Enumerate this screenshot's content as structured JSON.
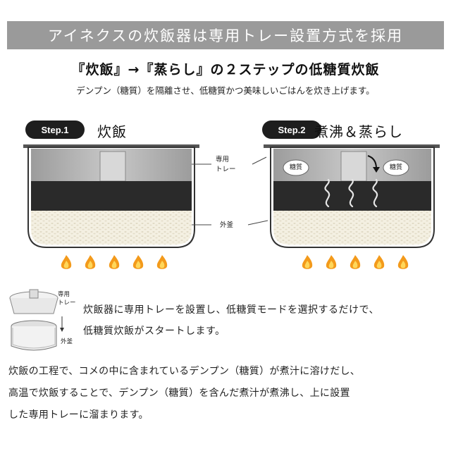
{
  "banner": {
    "title": "アイネクスの炊飯器は専用トレー設置方式を採用"
  },
  "headline": "『炊飯』→『蒸らし』の２ステップの低糖質炊飯",
  "subline": "デンプン（糖質）を隔離させ、低糖質かつ美味しいごはんを炊き上げます。",
  "steps": [
    {
      "badge": "Step.1",
      "title": "炊飯"
    },
    {
      "badge": "Step.2",
      "title": "煮沸＆蒸らし",
      "tags": [
        "糖質",
        "糖質"
      ]
    }
  ],
  "callouts": {
    "tray": [
      "専用",
      "トレー"
    ],
    "pot": "外釜"
  },
  "small_diagram": {
    "tray": [
      "専用",
      "トレー"
    ],
    "pot": "外釜"
  },
  "mid_text": [
    "炊飯器に専用トレーを設置し、低糖質モードを選択するだけで、",
    "低糖質炊飯がスタートします。"
  ],
  "bottom_text": [
    "炊飯の工程で、コメの中に含まれているデンプン（糖質）が煮汁に溶けだし、",
    "高温で炊飯することで、デンプン（糖質）を含んだ煮汁が煮沸し、上に設置",
    "した専用トレーに溜まります。"
  ],
  "colors": {
    "banner_bg": "#9a9a9a",
    "badge_bg": "#1e1e1e",
    "water": "#2a2a2a",
    "rice": "#f4f0e2",
    "flame_outer": "#f39a1b",
    "flame_inner": "#ffd75a"
  },
  "icons": [
    "flame-icon",
    "steam-icon",
    "arrow-down-icon"
  ]
}
